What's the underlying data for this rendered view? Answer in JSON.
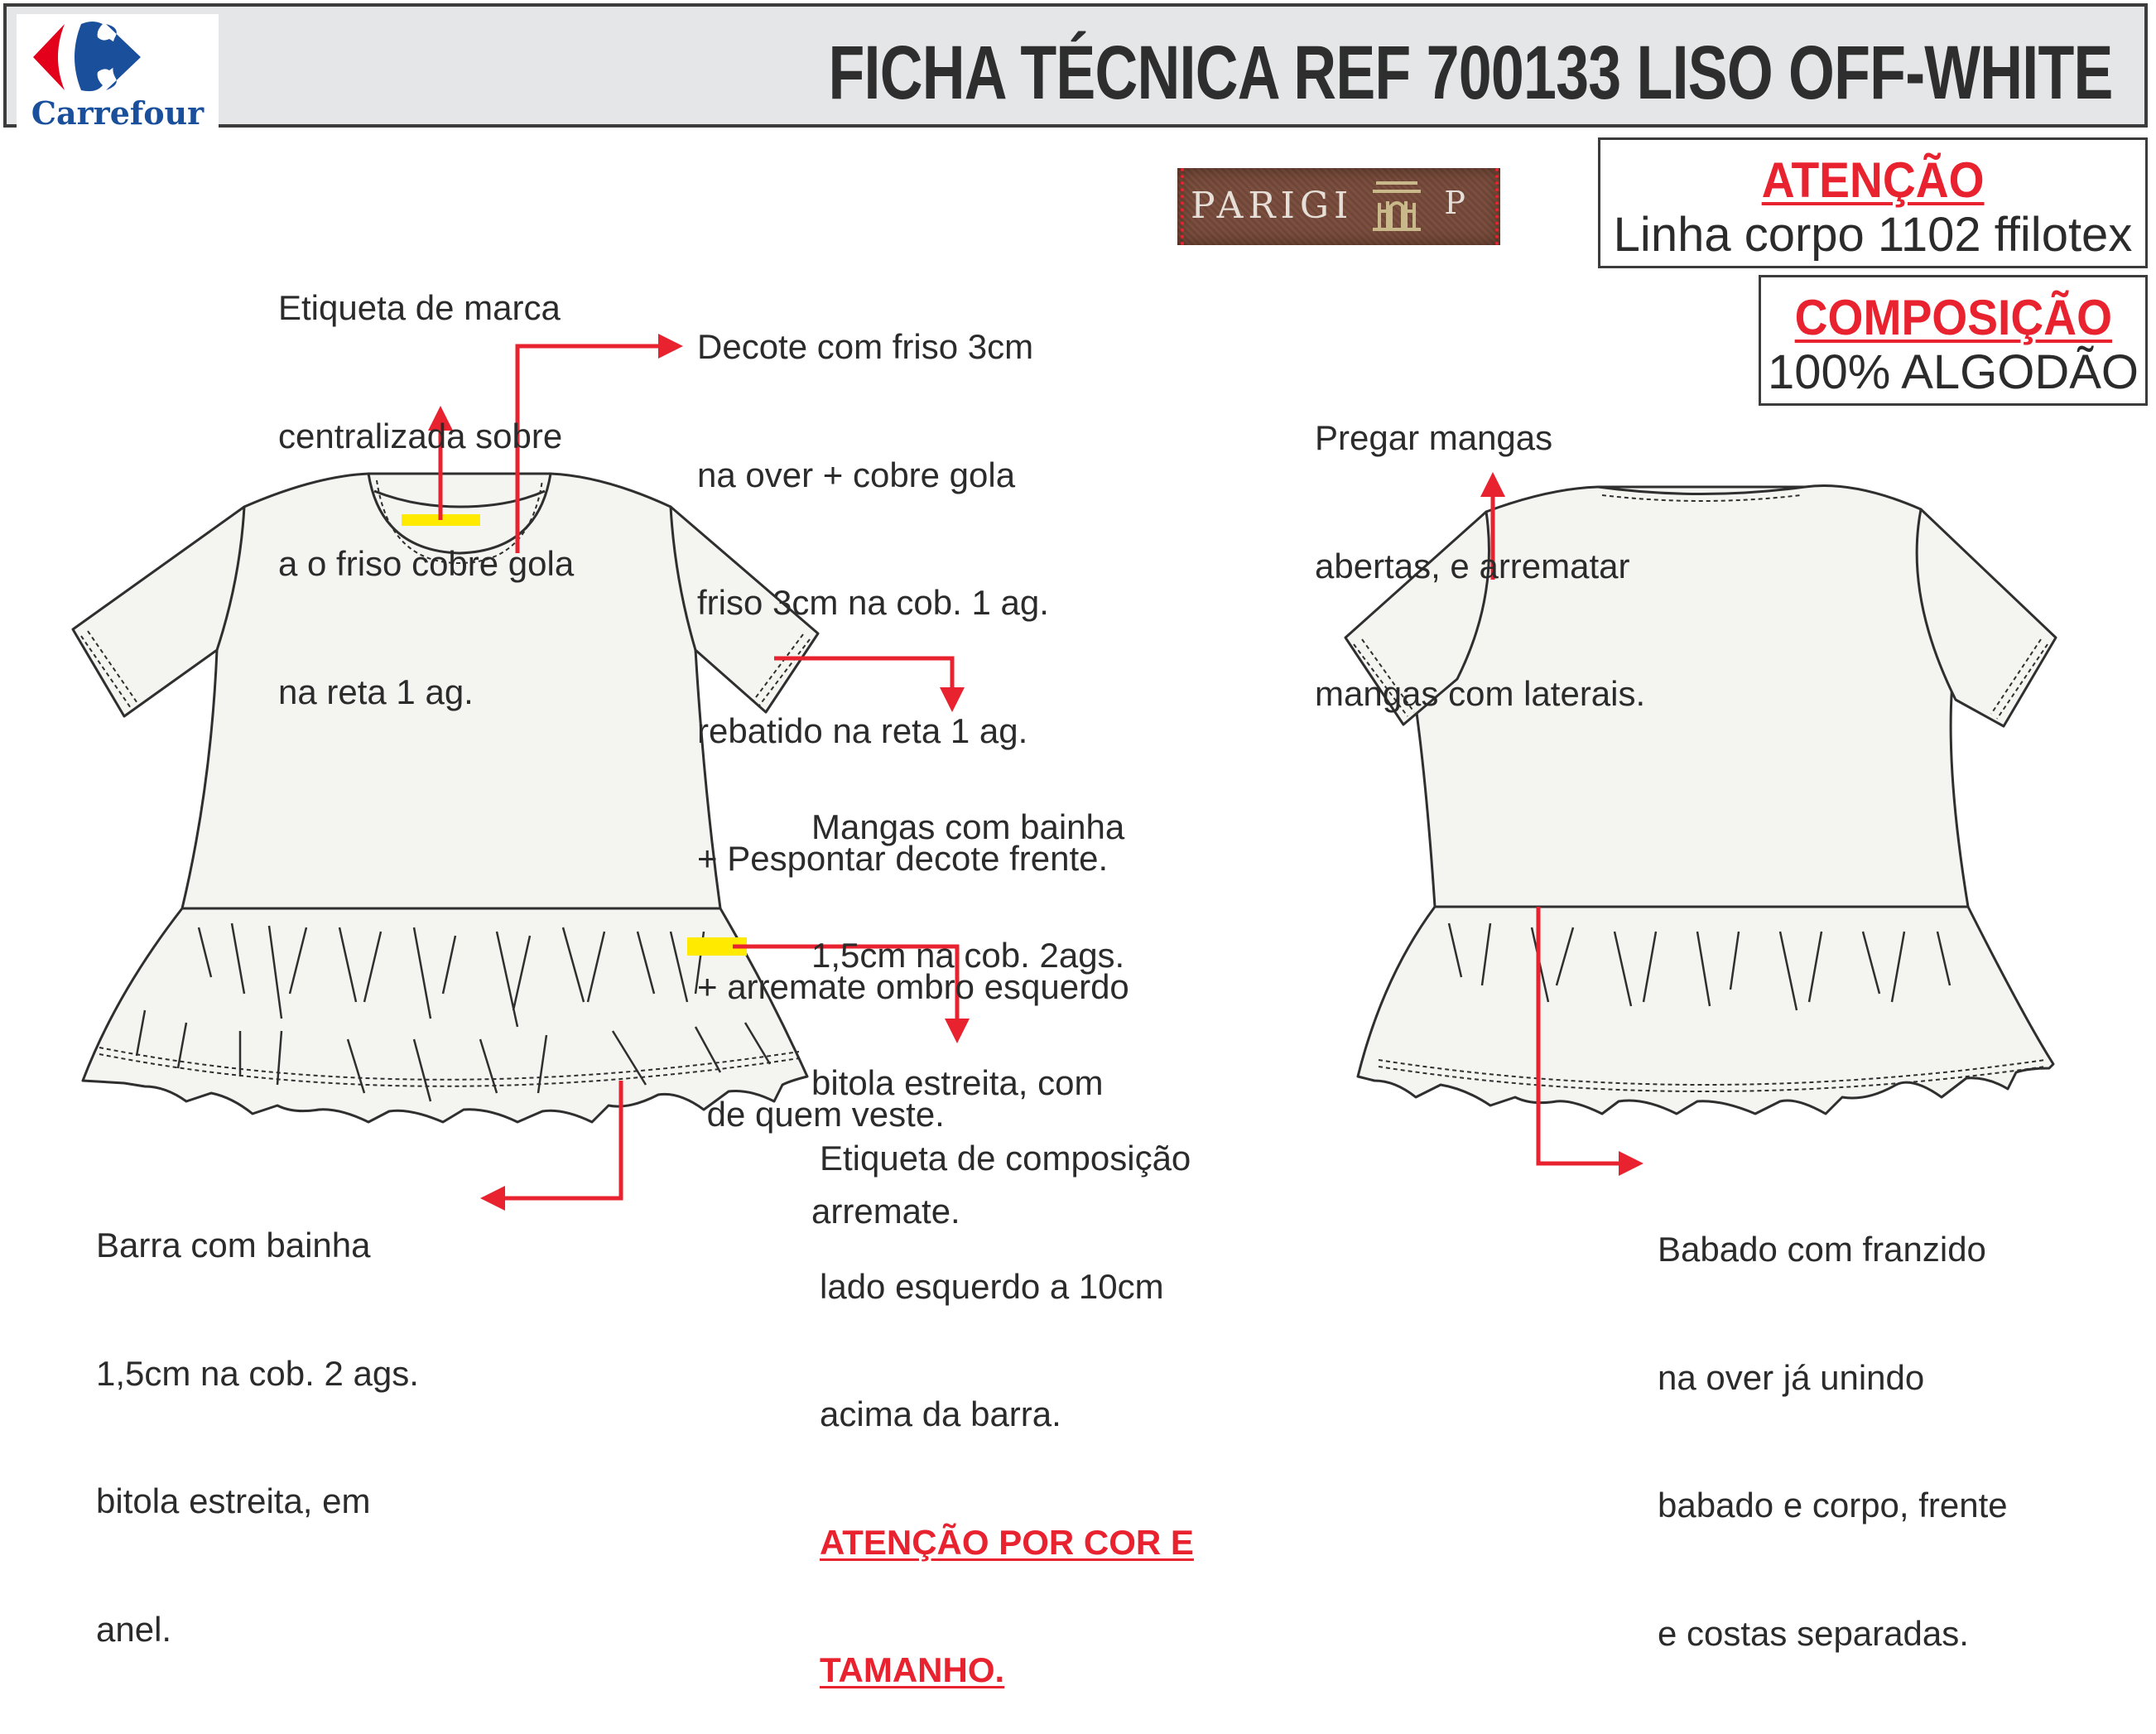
{
  "header": {
    "logo": {
      "brand_name": "Carrefour",
      "colors": {
        "blue": "#1a4f9c",
        "red": "#e2001a"
      }
    },
    "title": "FICHA TÉCNICA REF 700133 LISO OFF-WHITE"
  },
  "brand_label": {
    "brand": "PARIGI",
    "size": "P",
    "icon": "arch-monogram-icon"
  },
  "attention_box": {
    "heading": "ATENÇÃO",
    "text": "Linha corpo 1102 ffilotex"
  },
  "composition_box": {
    "heading": "COMPOSIÇÃO",
    "text": "100% ALGODÃO"
  },
  "notes": {
    "brand_label": [
      "Etiqueta de marca",
      "centralizada sobre",
      "a o friso cobre gola",
      "na reta 1 ag."
    ],
    "neckline": [
      "Decote com friso 3cm",
      "na over + cobre gola",
      "friso 3cm na cob. 1 ag.",
      "rebatido na reta 1 ag.",
      "+ Pespontar decote frente.",
      "+ arremate ombro esquerdo",
      " de quem veste."
    ],
    "sleeves": [
      "Mangas com bainha",
      "1,5cm na cob. 2ags.",
      "bitola estreita, com",
      "arremate."
    ],
    "composition_label": [
      "Etiqueta de composição",
      "lado esquerdo a 10cm",
      "acima da barra."
    ],
    "composition_warning": [
      "ATENÇÃO POR COR E",
      "TAMANHO."
    ],
    "hem": [
      "Barra com bainha",
      "1,5cm na cob. 2 ags.",
      "bitola estreita, em",
      "anel."
    ],
    "back_sleeves": [
      "Pregar mangas",
      "abertas, e arrematar",
      "mangas com laterais."
    ],
    "ruffle": [
      "Babado com franzido",
      "na over já unindo",
      "babado e corpo, frente",
      "e costas separadas."
    ]
  },
  "colors": {
    "accent_red": "#e8222e",
    "highlight_yellow": "#ffea00",
    "garment_fill": "#f4f4f1",
    "outline": "#2f2f2f",
    "header_bg": "#e5e6e7"
  }
}
